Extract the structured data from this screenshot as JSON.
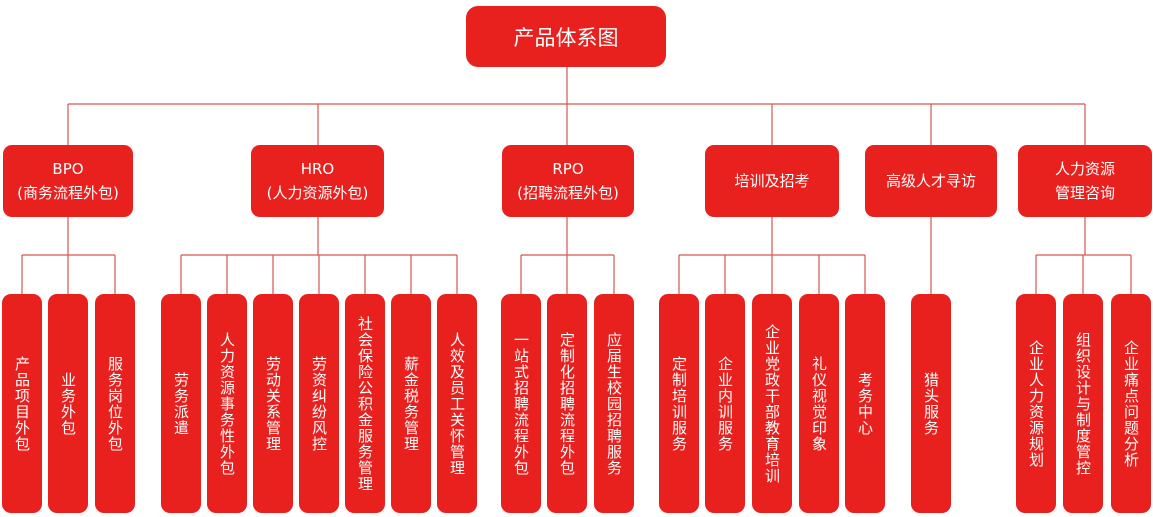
{
  "root": {
    "label": "产品体系图"
  },
  "categories": [
    {
      "label": "BPO\n(商务流程外包)",
      "children": [
        "产品项目外包",
        "业务外包",
        "服务岗位外包"
      ]
    },
    {
      "label": "HRO\n(人力资源外包)",
      "children": [
        "劳务派遣",
        "人力资源事务性外包",
        "劳动关系管理",
        "劳资纠纷风控",
        "社会保险公积金服务管理",
        "薪金税务管理",
        "人效及员工关怀管理"
      ]
    },
    {
      "label": "RPO\n(招聘流程外包)",
      "children": [
        "一站式招聘流程外包",
        "定制化招聘流程外包",
        "应届生校园招聘服务"
      ]
    },
    {
      "label": "培训及招考",
      "children": [
        "定制培训服务",
        "企业内训服务",
        "企业党政干部教育培训",
        "礼仪视觉印象",
        "考务中心"
      ]
    },
    {
      "label": "高级人才寻访",
      "children": [
        "猎头服务"
      ]
    },
    {
      "label": "人力资源\n管理咨询",
      "children": [
        "企业人力资源规划",
        "组织设计与制度管控",
        "企业痛点问题分析"
      ]
    }
  ],
  "colors": {
    "box_fill": "#e8211f",
    "connector": "#d9534f",
    "text": "#ffffff"
  }
}
